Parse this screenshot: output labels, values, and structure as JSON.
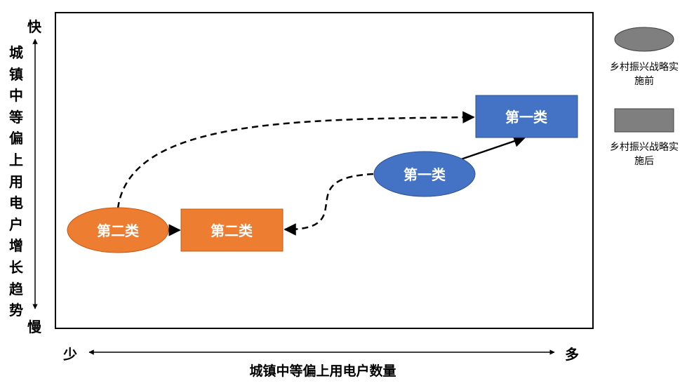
{
  "y_axis": {
    "label": "城镇中等偏上用电户增长趋势",
    "top_end": "快",
    "bottom_end": "慢"
  },
  "x_axis": {
    "label": "城镇中等偏上用电户数量",
    "left_end": "少",
    "right_end": "多"
  },
  "nodes": {
    "cat2_before": {
      "label": "第二类",
      "color": "#ed7d31"
    },
    "cat2_after": {
      "label": "第二类",
      "color": "#ed7d31"
    },
    "cat1_before": {
      "label": "第一类",
      "color": "#4472c4"
    },
    "cat1_after": {
      "label": "第一类",
      "color": "#4472c4"
    }
  },
  "legend": {
    "before": {
      "label": "乡村振兴战略实施前",
      "color": "#7f7f7f"
    },
    "after": {
      "label": "乡村振兴战略实施后",
      "color": "#7f7f7f"
    }
  }
}
